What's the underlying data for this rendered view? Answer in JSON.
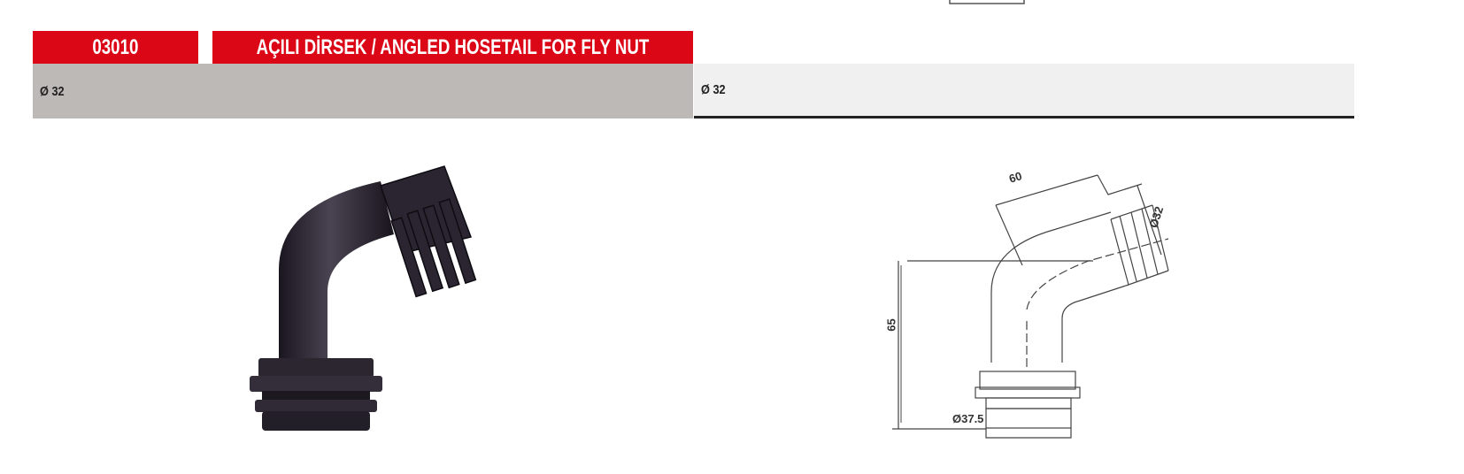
{
  "product": {
    "code": "03010",
    "title": "AÇILI DİRSEK / ANGLED HOSETAIL FOR FLY NUT",
    "spec_left": "Ø 32",
    "spec_right": "Ø 32"
  },
  "drawing": {
    "dim_length": "60",
    "dim_height": "65",
    "dim_hose_diameter": "Ø32",
    "dim_base_diameter": "Ø37.5"
  },
  "colors": {
    "accent": "#dc0716",
    "spec_left_bg": "#bdb9b7",
    "spec_right_bg": "#f0f0f0"
  }
}
